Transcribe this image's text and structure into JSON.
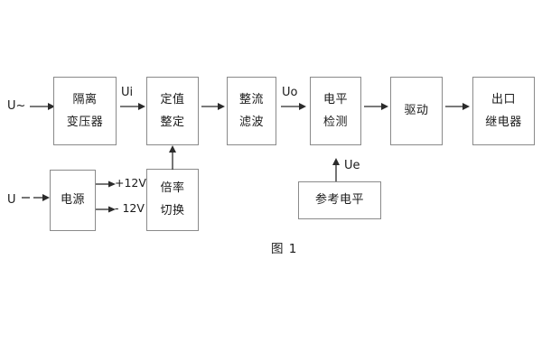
{
  "figure": {
    "caption": "图 1",
    "background": "#ffffff",
    "box_border_color": "#8a8a8a",
    "arrow_color": "#2b2b2b",
    "text_color": "#1a1a1a"
  },
  "signal_chain": {
    "input_label": "U~",
    "blocks": [
      {
        "id": "isolation-transformer",
        "line1": "隔离",
        "line2": "变压器"
      },
      {
        "id": "setting-value",
        "line1": "定值",
        "line2": "整定"
      },
      {
        "id": "rectify-filter",
        "line1": "整流",
        "line2": "滤波"
      },
      {
        "id": "level-detection",
        "line1": "电平",
        "line2": "检测"
      },
      {
        "id": "drive",
        "line1": "驱动",
        "line2": ""
      },
      {
        "id": "output-relay",
        "line1": "出口",
        "line2": "继电器"
      }
    ],
    "signal_labels": {
      "ui": "Ui",
      "uo": "Uo",
      "ue": "Ue"
    }
  },
  "power_section": {
    "input_label": "U",
    "power_supply": {
      "id": "power-supply",
      "line1": "电源",
      "line2": ""
    },
    "rails": [
      {
        "id": "rail-positive",
        "label": "+12V"
      },
      {
        "id": "rail-negative",
        "label": "- 12V"
      }
    ],
    "multiplier_switch": {
      "id": "multiplier-switch",
      "line1": "倍率",
      "line2": "切换"
    }
  },
  "reference_section": {
    "reference_level": {
      "id": "reference-level",
      "line1": "参考电平",
      "line2": ""
    }
  }
}
